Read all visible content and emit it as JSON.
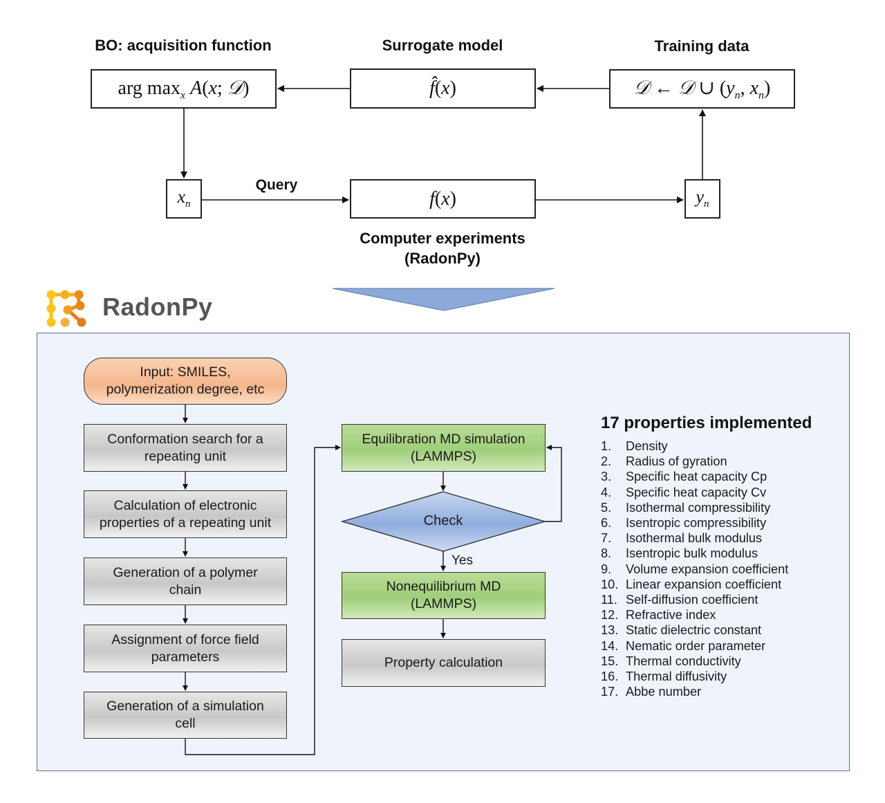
{
  "bo_loop": {
    "headings": {
      "acquisition": "BO: acquisition function",
      "surrogate": "Surrogate model",
      "training": "Training data"
    },
    "boxes": {
      "acquisition_formula": "arg max_x A(x; D)",
      "surrogate_formula": "f̂(x)",
      "training_formula": "D ← D ∪ (y_n, x_n)",
      "query_point": "x_n",
      "experiment_formula": "f(x)",
      "observation": "y_n"
    },
    "query_label": "Query",
    "experiment_caption_line1": "Computer experiments",
    "experiment_caption_line2": "(RadonPy)"
  },
  "logo": {
    "name": "RadonPy",
    "icon": "radonpy-dots-logo-icon",
    "colors": {
      "light": "#f9c21b",
      "mid": "#f2a41f",
      "dark": "#e57d1c"
    }
  },
  "flowchart": {
    "input": {
      "line1": "Input: SMILES,",
      "line2": "polymerization degree,  etc"
    },
    "left_steps": [
      {
        "line1": "Conformation search for a",
        "line2": "repeating unit"
      },
      {
        "line1": "Calculation of electronic",
        "line2": "properties of a repeating unit"
      },
      {
        "line1": "Generation of a polymer",
        "line2": "chain"
      },
      {
        "line1": "Assignment of force field",
        "line2": "parameters"
      },
      {
        "line1": "Generation of a simulation",
        "line2": "cell"
      }
    ],
    "equilibration": {
      "line1": "Equilibration MD simulation",
      "line2": "(LAMMPS)"
    },
    "check": "Check",
    "yes": "Yes",
    "nonequilibrium": {
      "line1": "Nonequilibrium MD",
      "line2": "(LAMMPS)"
    },
    "property_calc": "Property calculation"
  },
  "properties": {
    "title": "17 properties implemented",
    "items": [
      {
        "num": "1.",
        "label": "Density"
      },
      {
        "num": "2.",
        "label": "Radius of gyration"
      },
      {
        "num": "3.",
        "label": "Specific heat capacity Cp"
      },
      {
        "num": "4.",
        "label": "Specific heat capacity Cv"
      },
      {
        "num": "5.",
        "label": "Isothermal compressibility"
      },
      {
        "num": "6.",
        "label": "Isentropic compressibility"
      },
      {
        "num": "7.",
        "label": "Isothermal bulk modulus"
      },
      {
        "num": "8.",
        "label": "Isentropic bulk modulus"
      },
      {
        "num": "9.",
        "label": "Volume expansion coefficient"
      },
      {
        "num": "10.",
        "label": "Linear expansion coefficient"
      },
      {
        "num": "11.",
        "label": "Self-diffusion coefficient"
      },
      {
        "num": "12.",
        "label": "Refractive index"
      },
      {
        "num": "13.",
        "label": "Static dielectric constant"
      },
      {
        "num": "14.",
        "label": "Nematic order parameter"
      },
      {
        "num": "15.",
        "label": "Thermal conductivity"
      },
      {
        "num": "16.",
        "label": "Thermal diffusivity"
      },
      {
        "num": "17.",
        "label": "Abbe number"
      }
    ]
  },
  "colors": {
    "panel_bg": "#eff3fc",
    "panel_border": "#5d6f8e",
    "down_arrow": "#8ba9d9",
    "check_diamond": "#93b1e0",
    "md_green": "#a8d384",
    "input_orange": "#f7bf97",
    "step_gray": "#d2d2d2"
  }
}
